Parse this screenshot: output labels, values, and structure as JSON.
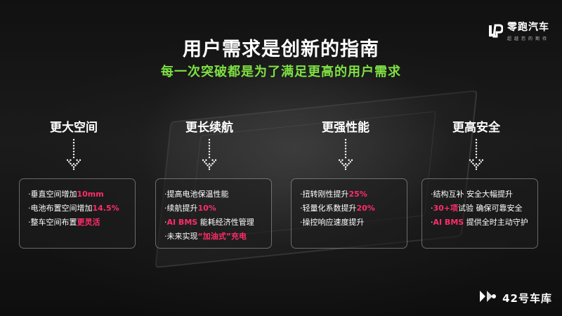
{
  "brand": {
    "name": "零跑汽车",
    "slogan": "超越您的期待"
  },
  "title": "用户需求是创新的指南",
  "subtitle": "每一次突破都是为了满足更高的用户需求",
  "columns": [
    {
      "heading": "更大空间",
      "lines": [
        {
          "pre": "·垂直空间增加",
          "hl": "10mm",
          "post": ""
        },
        {
          "pre": "·电池布置空间增加",
          "hl": "14.5%",
          "post": ""
        },
        {
          "pre": "·整车空间布置",
          "hl": "更灵活",
          "post": ""
        }
      ]
    },
    {
      "heading": "更长续航",
      "lines": [
        {
          "pre": "·提高电池保温性能",
          "hl": "",
          "post": ""
        },
        {
          "pre": "·续航提升",
          "hl": "10%",
          "post": ""
        },
        {
          "pre": "·",
          "hl": "AI BMS",
          "post": " 能耗经济性管理"
        },
        {
          "pre": "·未来实现",
          "hl": "“加油式”充电",
          "post": ""
        }
      ]
    },
    {
      "heading": "更强性能",
      "lines": [
        {
          "pre": "·扭转刚性提升",
          "hl": "25%",
          "post": ""
        },
        {
          "pre": "·轻量化系数提升",
          "hl": "20%",
          "post": ""
        },
        {
          "pre": "·操控响应速度提升",
          "hl": "",
          "post": ""
        }
      ]
    },
    {
      "heading": "更高安全",
      "lines": [
        {
          "pre": "·结构互补 安全大幅提升",
          "hl": "",
          "post": ""
        },
        {
          "pre": "·",
          "hl": "30+项",
          "post": "试验 确保可靠安全"
        },
        {
          "pre": "·",
          "hl": "AI BMS",
          "post": " 提供全时主动守护"
        }
      ]
    }
  ],
  "footer": {
    "text": "42号车库"
  },
  "colors": {
    "accent_green": "#7ee043",
    "highlight_pink": "#ff2d6a"
  }
}
